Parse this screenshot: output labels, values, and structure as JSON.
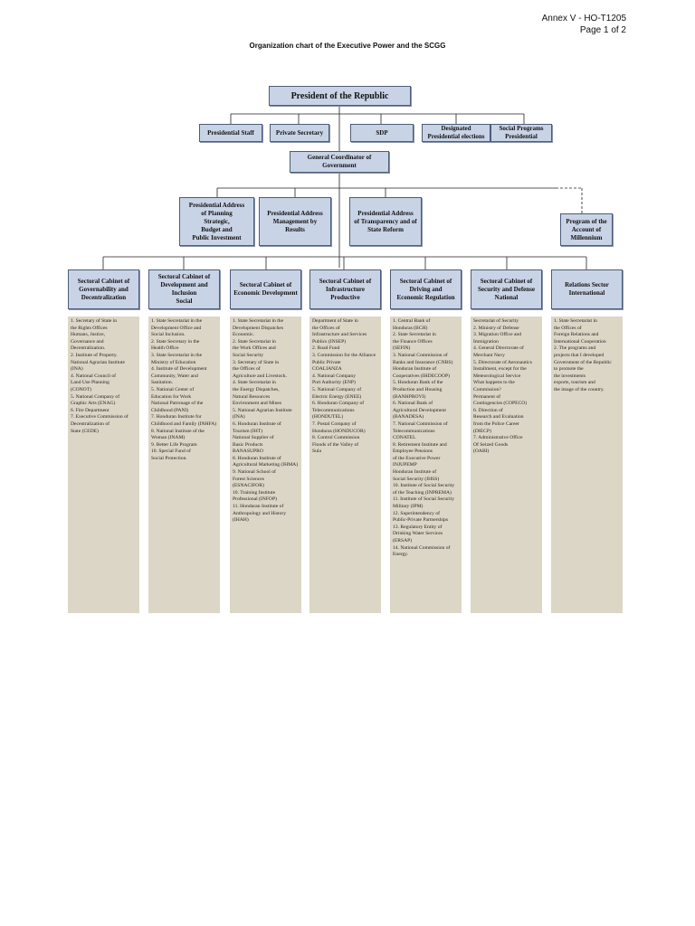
{
  "header": {
    "annex": "Annex V - HO-T1205",
    "page": "Page 1 of 2"
  },
  "title": "Organization chart of the Executive Power and the SCGG",
  "president": "President of the Republic",
  "staff": {
    "presidential_staff": "Presidential Staff",
    "private_secretary": "Private Secretary",
    "sdp": "SDP",
    "designated": "Designated\nPresidential elections",
    "social_programs": "Social Programs\nPresidential"
  },
  "coordinator": "General Coordinator of\nGovernment",
  "addresses": {
    "planning": "Presidential Address\nof Planning\nStrategic,\nBudget and\nPublic Investment",
    "management": "Presidential Address\nManagement by\nResults",
    "transparency": "Presidential Address\nof Transparency and of\nState Reform",
    "millennium": "Program of the\nAccount of\nMillennium"
  },
  "cabinets": [
    {
      "title": "Sectoral Cabinet of\nGovernability and\nDecentralization",
      "items": "1. Secretary of State in\nthe Rights Offices\nHumans, Justice,\nGovernance and\nDecentralization.\n2. Institute of Property.\nNational Agrarian Institute\n(INA)\n4. National Council of\nLand Use Planning\n(CONOT)\n5. National Company of\nGraphic Arts (ENAG)\n6. Fire Department\n7. Executive Commission of\nDecentralization of\nState (CEDE)"
    },
    {
      "title": "Sectoral Cabinet of\nDevelopment and Inclusion\nSocial",
      "items": "1. State Secretariat in the\nDevelopment Office and\nSocial Inclusion.\n2. State Secretary in the\nHealth Office\n3. State Secretariat in the\nMinistry of Education\n4. Institute of Development\nCommunity, Water and\nSanitation.\n5. National Center of\nEducation for Work\nNational Patronage of the\nChildhood (PANI)\n7. Honduran Institute for\nChildhood and Family (INHFA)\n8. National Institute of the\nWoman (INAM)\n9. Better Life Program\n10. Special Fund of\nSocial Protection."
    },
    {
      "title": "Sectoral Cabinet of\nEconomic Development",
      "items": "1. State Secretariat in the\nDevelopment Dispatches\nEconomic.\n2. State Secretariat in\nthe Work Offices and\nSocial Security\n3. Secretary of State in\nthe Offices of\nAgriculture and Livestock.\n4. State Secretariat in\nthe Energy Dispatches,\nNatural Resources\nEnvironment and Mines\n5. National Agrarian Institute\n(INA)\n6. Honduran Institute of\nTourism (IHT)\nNational Supplier of\nBasic Products\nBANASUPRO\n8. Honduran Institute of\nAgricultural Marketing (IHMA)\n9. National School of\nForest Sciences\n(ESNACIFOR)\n10. Training Institute\nProfessional (INFOP)\n11. Honduran Institute of\nAnthropology and History\n(IHAH)"
    },
    {
      "title": "Sectoral Cabinet of\nInfrastructure\nProductive",
      "items": "Department of State in\nthe Offices of\nInfrastructure and Services\nPublics (INSEP)\n2. Road Fund\n3. Commission for the Alliance\nPublic Private\nCOALIANZA\n4. National Company\nPort Authority (ENP)\n5. National Company of\nElectric Energy (ENEE)\n6. Honduran Company of\nTelecommunications\n(HONDUTEL)\n7. Postal Company of\nHonduras (HONDUCOR)\n8. Control Commission\nFloods of the Valley of\nSula"
    },
    {
      "title": "Sectoral Cabinet of\nDriving and\nEconomic Regulation",
      "items": "1. Central Bank of\nHonduras (BCH)\n2. State Secretariat in\nthe Finance Offices\n(SEFIN)\n3. National Commission of\nBanks and Insurance (CNBS)\nHonduran Institute of\nCooperatives (IHDECOOP)\n5. Honduran Bank of the\nProduction and Housing\n(BANHPROVI)\n6. National Bank of\nAgricultural Development\n(BANADESA)\n7. National Commission of\nTelecommunications\nCONATEL\n8. Retirement Institute and\nEmployee Pensions\nof the Executive Power\nINJUPEMP\nHonduran Institute of\nSocial Security (IHSS)\n10. Institute of Social Security\nof the Teaching (INPREMA)\n11. Institute of Social Security\nMilitary (IPM)\n12. Superintendency of\nPublic-Private Partnerships\n13. Regulatory Entity of\nDrinking Water Services\n(ERSAP)\n14. National Commission of\nEnergy."
    },
    {
      "title": "Sectoral Cabinet of\nSecurity and Defense\nNational",
      "items": "Secretariat of Security\n2. Ministry of Defense\n3. Migration Office and\nImmigration\n4. General Directorate of\nMerchant Navy\n5. Directorate of Aeronautics\nInstallment, except for the\nMeteorological Service\nWhat happens to the Commission?\nPermanent of\nContingencies (COPECO)\n6. Direction of\nResearch and Evaluation\nfrom the Police Career\n(DIECP)\n7. Administrative Office\nOf Seized Goods\n(OABI)"
    },
    {
      "title": "Relations Sector\nInternational",
      "items": "1. State Secretariat in\nthe Offices of\nForeign Relations and\nInternational Cooperation\n2. The programs and\nprojects that I developed\nGovernment of the Republic\nto promote the\nthe investments\nexports, tourism and\nthe image of the country."
    }
  ]
}
